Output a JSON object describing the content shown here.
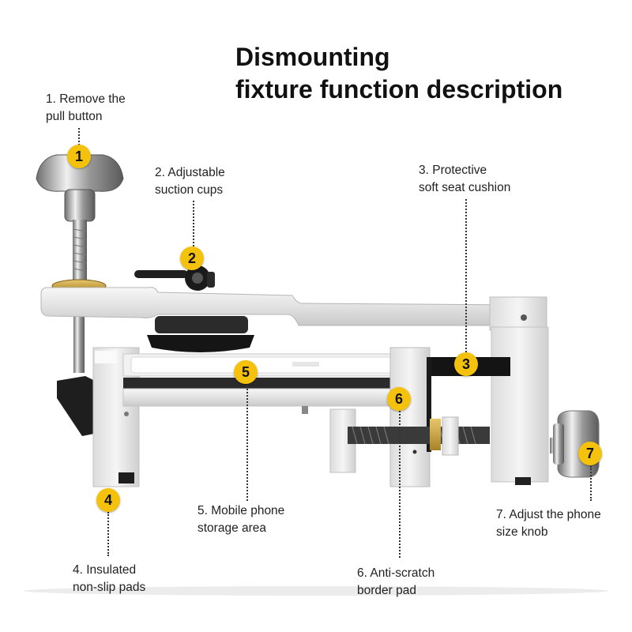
{
  "title": {
    "line1": "Dismounting",
    "line2": "fixture function description"
  },
  "accent_color": "#f4c20d",
  "callouts": [
    {
      "number": "1",
      "line1": "1. Remove the",
      "line2": "pull button"
    },
    {
      "number": "2",
      "line1": "2. Adjustable",
      "line2": "suction cups"
    },
    {
      "number": "3",
      "line1": "3. Protective",
      "line2": "soft seat cushion"
    },
    {
      "number": "4",
      "line1": "4. Insulated",
      "line2": "non-slip pads"
    },
    {
      "number": "5",
      "line1": "5. Mobile phone",
      "line2": "storage area"
    },
    {
      "number": "6",
      "line1": "6. Anti-scratch",
      "line2": "border pad"
    },
    {
      "number": "7",
      "line1": "7. Adjust the phone",
      "line2": "size knob"
    }
  ]
}
